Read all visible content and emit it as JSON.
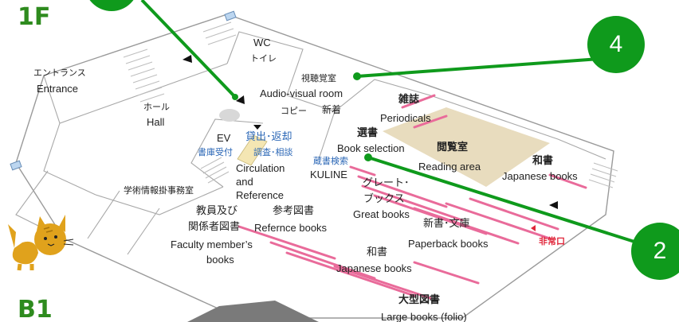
{
  "floors": {
    "upper": "1F",
    "lower": "B1"
  },
  "markers": {
    "marker_av": "4",
    "marker_kuline": "2"
  },
  "areas": {
    "entrance_jp": "エントランス",
    "entrance_en": "Entrance",
    "wc_en": "WC",
    "wc_jp": "トイレ",
    "hall_jp": "ホール",
    "hall_en": "Hall",
    "av_jp": "視聴覚室",
    "av_en": "Audio-visual room",
    "copy_jp": "コピー",
    "new_arrivals_jp": "新着",
    "periodicals_jp": "雑誌",
    "periodicals_en": "Periodicals",
    "ev": "EV",
    "lending_jp": "貸出･返却",
    "stack_reception_jp": "書庫受付",
    "reference_jp": "調査･相談",
    "circulation_en_1": "Circulation",
    "circulation_en_2": "and",
    "circulation_en_3": "Reference",
    "book_selection_jp": "選書",
    "book_selection_en": "Book selection",
    "reading_jp": "閲覧室",
    "reading_en": "Reading area",
    "kuline_jp": "蔵書検索",
    "kuline_en": "KULINE",
    "japanese_right_jp": "和書",
    "japanese_right_en": "Japanese books",
    "office_jp": "学術情報掛事務室",
    "great_jp_1": "グレート･",
    "great_jp_2": "ブックス",
    "great_en": "Great books",
    "faculty_jp_1": "教員及び",
    "faculty_jp_2": "関係者図書",
    "faculty_en_1": "Faculty member’s",
    "faculty_en_2": "books",
    "refbooks_jp": "参考図書",
    "refbooks_en": "Refernce books",
    "paperback_jp": "新書･文庫",
    "paperback_en": "Paperback books",
    "emergency_exit_jp": "非常口",
    "japanese_mid_jp": "和書",
    "japanese_mid_en": "Japanese books",
    "folio_jp": "大型図書",
    "folio_en": "Large books (folio)"
  },
  "colors": {
    "floor_label": "#2e8b1e",
    "marker": "#0f9a1c",
    "shelf": "#e96b9a",
    "reading_area": "#e8dcbe",
    "search_text": "#2b67b6",
    "exit_text": "#e0263a",
    "cat_body": "#e0a21c"
  }
}
